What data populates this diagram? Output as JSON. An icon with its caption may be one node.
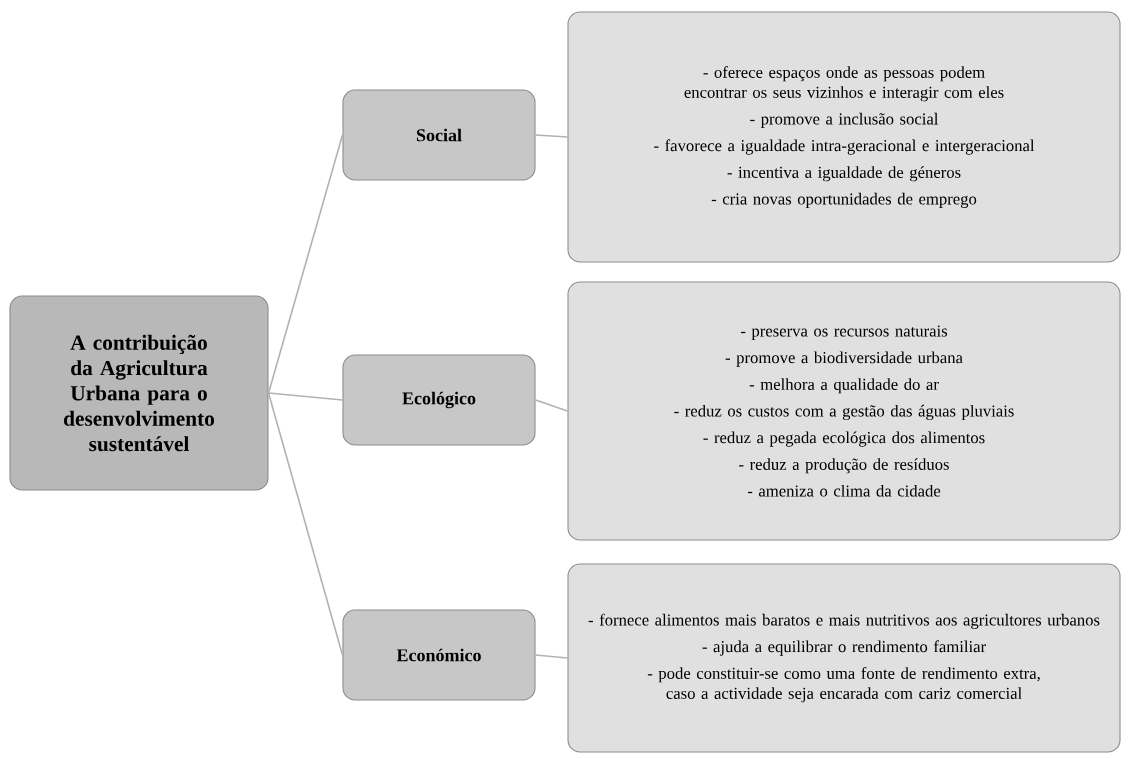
{
  "diagram": {
    "nodes": [
      {
        "text": [
          "A contribuição da Agricultura Urbana para o desenvolvimento sustentável"
        ]
      },
      {
        "text": [
          "Social"
        ]
      },
      {
        "text": [
          "Ecológico"
        ]
      },
      {
        "text": [
          "Económico"
        ]
      },
      {
        "text": [
          "- oferece espaços onde as pessoas podem encontrar os seus vizinhos e interagir com eles",
          "- promove a inclusão social",
          "- favorece a igualdade intra-geracional e intergeracional",
          "- incentiva a igualdade de géneros",
          "- cria novas oportunidades de emprego"
        ]
      },
      {
        "text": [
          "- preserva os recursos naturais",
          "- promove a biodiversidade urbana",
          "- melhora a qualidade do ar",
          "- reduz os custos com a gestão das águas pluviais",
          "- reduz a pegada ecológica dos alimentos",
          "- reduz a produção de resíduos",
          "- ameniza o clima da cidade"
        ]
      },
      {
        "text": [
          "- fornece alimentos mais baratos e mais nutritivos aos agricultores urbanos",
          "- ajuda a equilibrar o rendimento familiar",
          "- pode constituir-se como uma fonte de rendimento extra, caso a actividade seja encarada com cariz comercial"
        ]
      }
    ],
    "edges": [
      {
        "from": 0,
        "to": 1,
        "arrow": "none"
      },
      {
        "from": 0,
        "to": 2,
        "arrow": "none"
      },
      {
        "from": 0,
        "to": 3,
        "arrow": "none"
      },
      {
        "from": 1,
        "to": 4,
        "arrow": "none"
      },
      {
        "from": 2,
        "to": 5,
        "arrow": "none"
      },
      {
        "from": 3,
        "to": 6,
        "arrow": "none"
      }
    ]
  }
}
